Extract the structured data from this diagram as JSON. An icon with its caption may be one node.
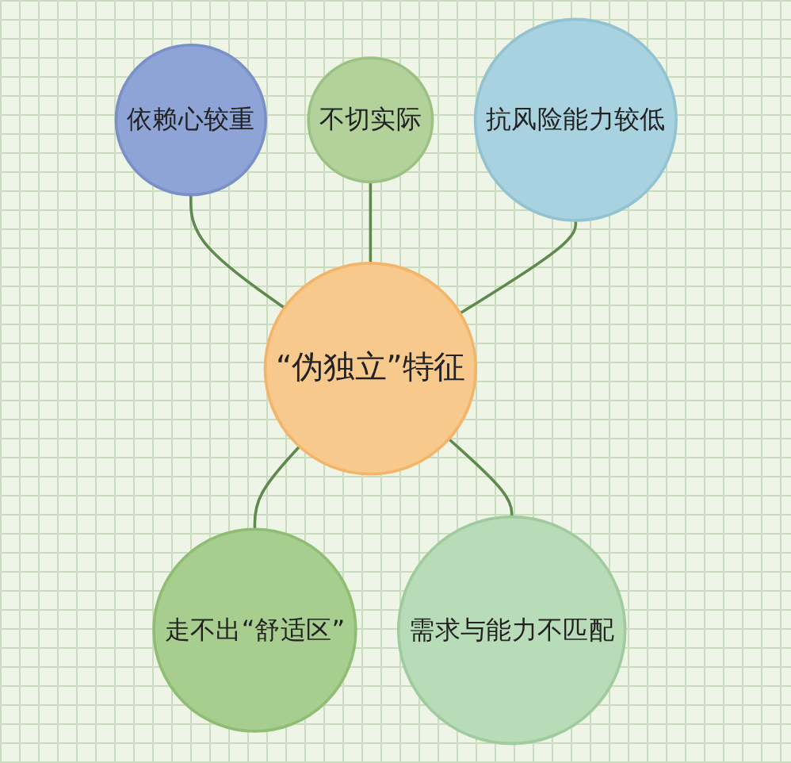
{
  "diagram": {
    "nodes": [
      {
        "text": [
          "“伪独立”特征"
        ]
      },
      {
        "text": [
          "依赖心较重"
        ]
      },
      {
        "text": [
          "抗风险能力较低"
        ]
      },
      {
        "text": [
          "需求与能力不匹配"
        ]
      },
      {
        "text": [
          "走不出“舒适区”"
        ]
      },
      {
        "text": [
          "不切实际"
        ]
      }
    ],
    "edges": [
      {
        "from": 1,
        "to": 0,
        "arrow": "none"
      },
      {
        "from": 5,
        "to": 0,
        "arrow": "none"
      },
      {
        "from": 2,
        "to": 0,
        "arrow": "none"
      },
      {
        "from": 0,
        "to": 4,
        "arrow": "none"
      },
      {
        "from": 0,
        "to": 3,
        "arrow": "none"
      }
    ]
  }
}
